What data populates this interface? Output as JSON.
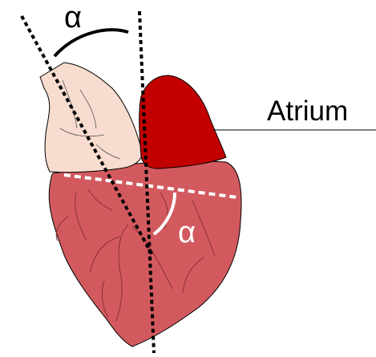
{
  "diagram": {
    "labels": {
      "atrium": "Atrium",
      "alpha_top": "α",
      "alpha_inner": "α"
    },
    "colors": {
      "ventricle_fill": "#d25a5f",
      "ventricle_detail": "#8a2f34",
      "atrium_fill": "#c30000",
      "pale_atrium_fill": "#f7dccf",
      "outline": "#000000",
      "inner_arc": "#ffffff",
      "dashed_divider": "#ffffff",
      "axis_lines": "#000000"
    }
  }
}
